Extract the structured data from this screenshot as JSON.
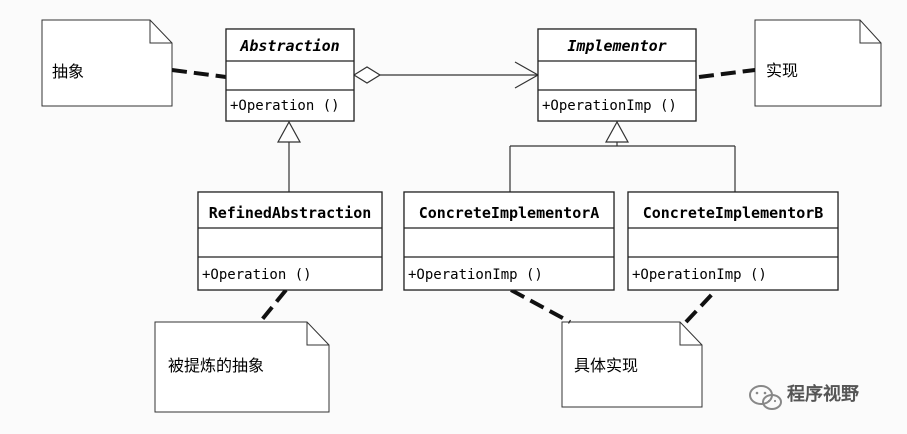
{
  "diagram": {
    "classes": {
      "abstraction": {
        "name": "Abstraction",
        "method": "+Operation ()"
      },
      "implementor": {
        "name": "Implementor",
        "method": "+OperationImp ()"
      },
      "refined_abstraction": {
        "name": "RefinedAbstraction",
        "method": "+Operation ()"
      },
      "concrete_implementor_a": {
        "name": "ConcreteImplementorA",
        "method": "+OperationImp ()"
      },
      "concrete_implementor_b": {
        "name": "ConcreteImplementorB",
        "method": "+OperationImp ()"
      }
    },
    "notes": {
      "abstraction": "抽象",
      "implementor": "实现",
      "refined": "被提炼的抽象",
      "concrete": "具体实现"
    }
  },
  "watermark": {
    "text": "程序视野"
  }
}
